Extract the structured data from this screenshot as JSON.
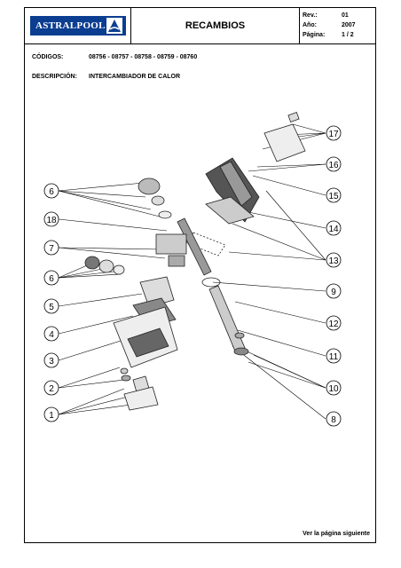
{
  "header": {
    "logo_text": "ASTRALPOOL",
    "title": "RECAMBIOS",
    "meta": [
      {
        "label": "Rev.:",
        "value": "01"
      },
      {
        "label": "Año:",
        "value": "2007"
      },
      {
        "label": "Página:",
        "value": "1 / 2"
      }
    ]
  },
  "fields": {
    "codes_label": "CÓDIGOS:",
    "codes_value": "08756 - 08757 - 08758 - 08759 - 08760",
    "description_label": "DESCRIPCIÓN:",
    "description_value": "INTERCAMBIADOR DE CALOR"
  },
  "callouts_left": [
    "6",
    "18",
    "7",
    "6",
    "5",
    "4",
    "3",
    "2",
    "1"
  ],
  "callouts_right": [
    "17",
    "16",
    "15",
    "14",
    "13",
    "9",
    "12",
    "11",
    "10",
    "8"
  ],
  "footer": {
    "next_page": "Ver la página siguiente"
  }
}
